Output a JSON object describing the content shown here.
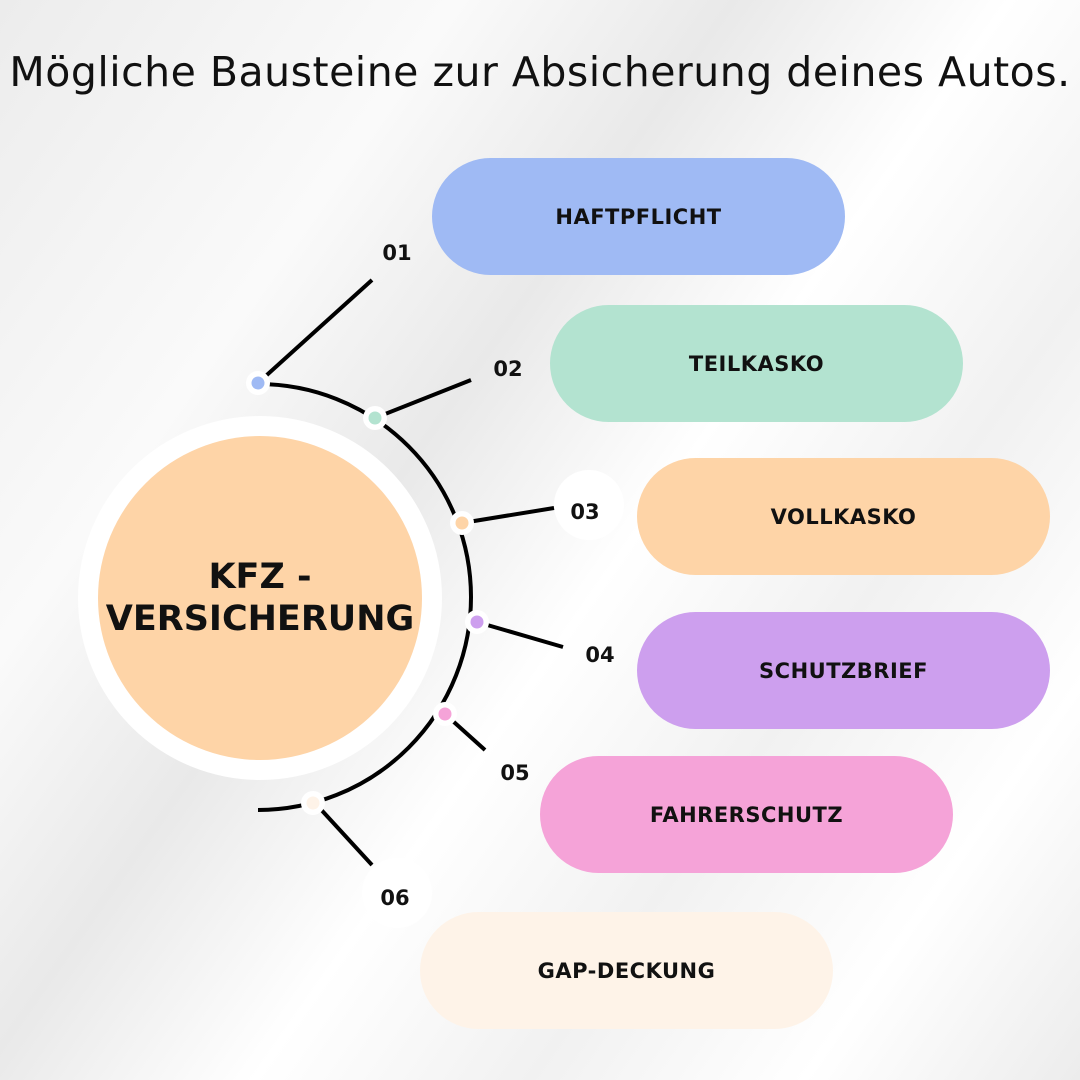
{
  "title": "Mögliche Bausteine zur Absicherung deines Autos.",
  "center": {
    "line1": "KFZ -",
    "line2": "VERSICHERUNG",
    "color": "#fed4a7"
  },
  "items": [
    {
      "number": "01",
      "label": "HAFTPFLICHT",
      "color": "#9fbaf4"
    },
    {
      "number": "02",
      "label": "TEILKASKO",
      "color": "#b3e3d0"
    },
    {
      "number": "03",
      "label": "VOLLKASKO",
      "color": "#fed4a7"
    },
    {
      "number": "04",
      "label": "SCHUTZBRIEF",
      "color": "#cd9fee"
    },
    {
      "number": "05",
      "label": "FAHRERSCHUTZ",
      "color": "#f5a3d8"
    },
    {
      "number": "06",
      "label": "GAP-DECKUNG",
      "color": "#fef3e8"
    }
  ]
}
